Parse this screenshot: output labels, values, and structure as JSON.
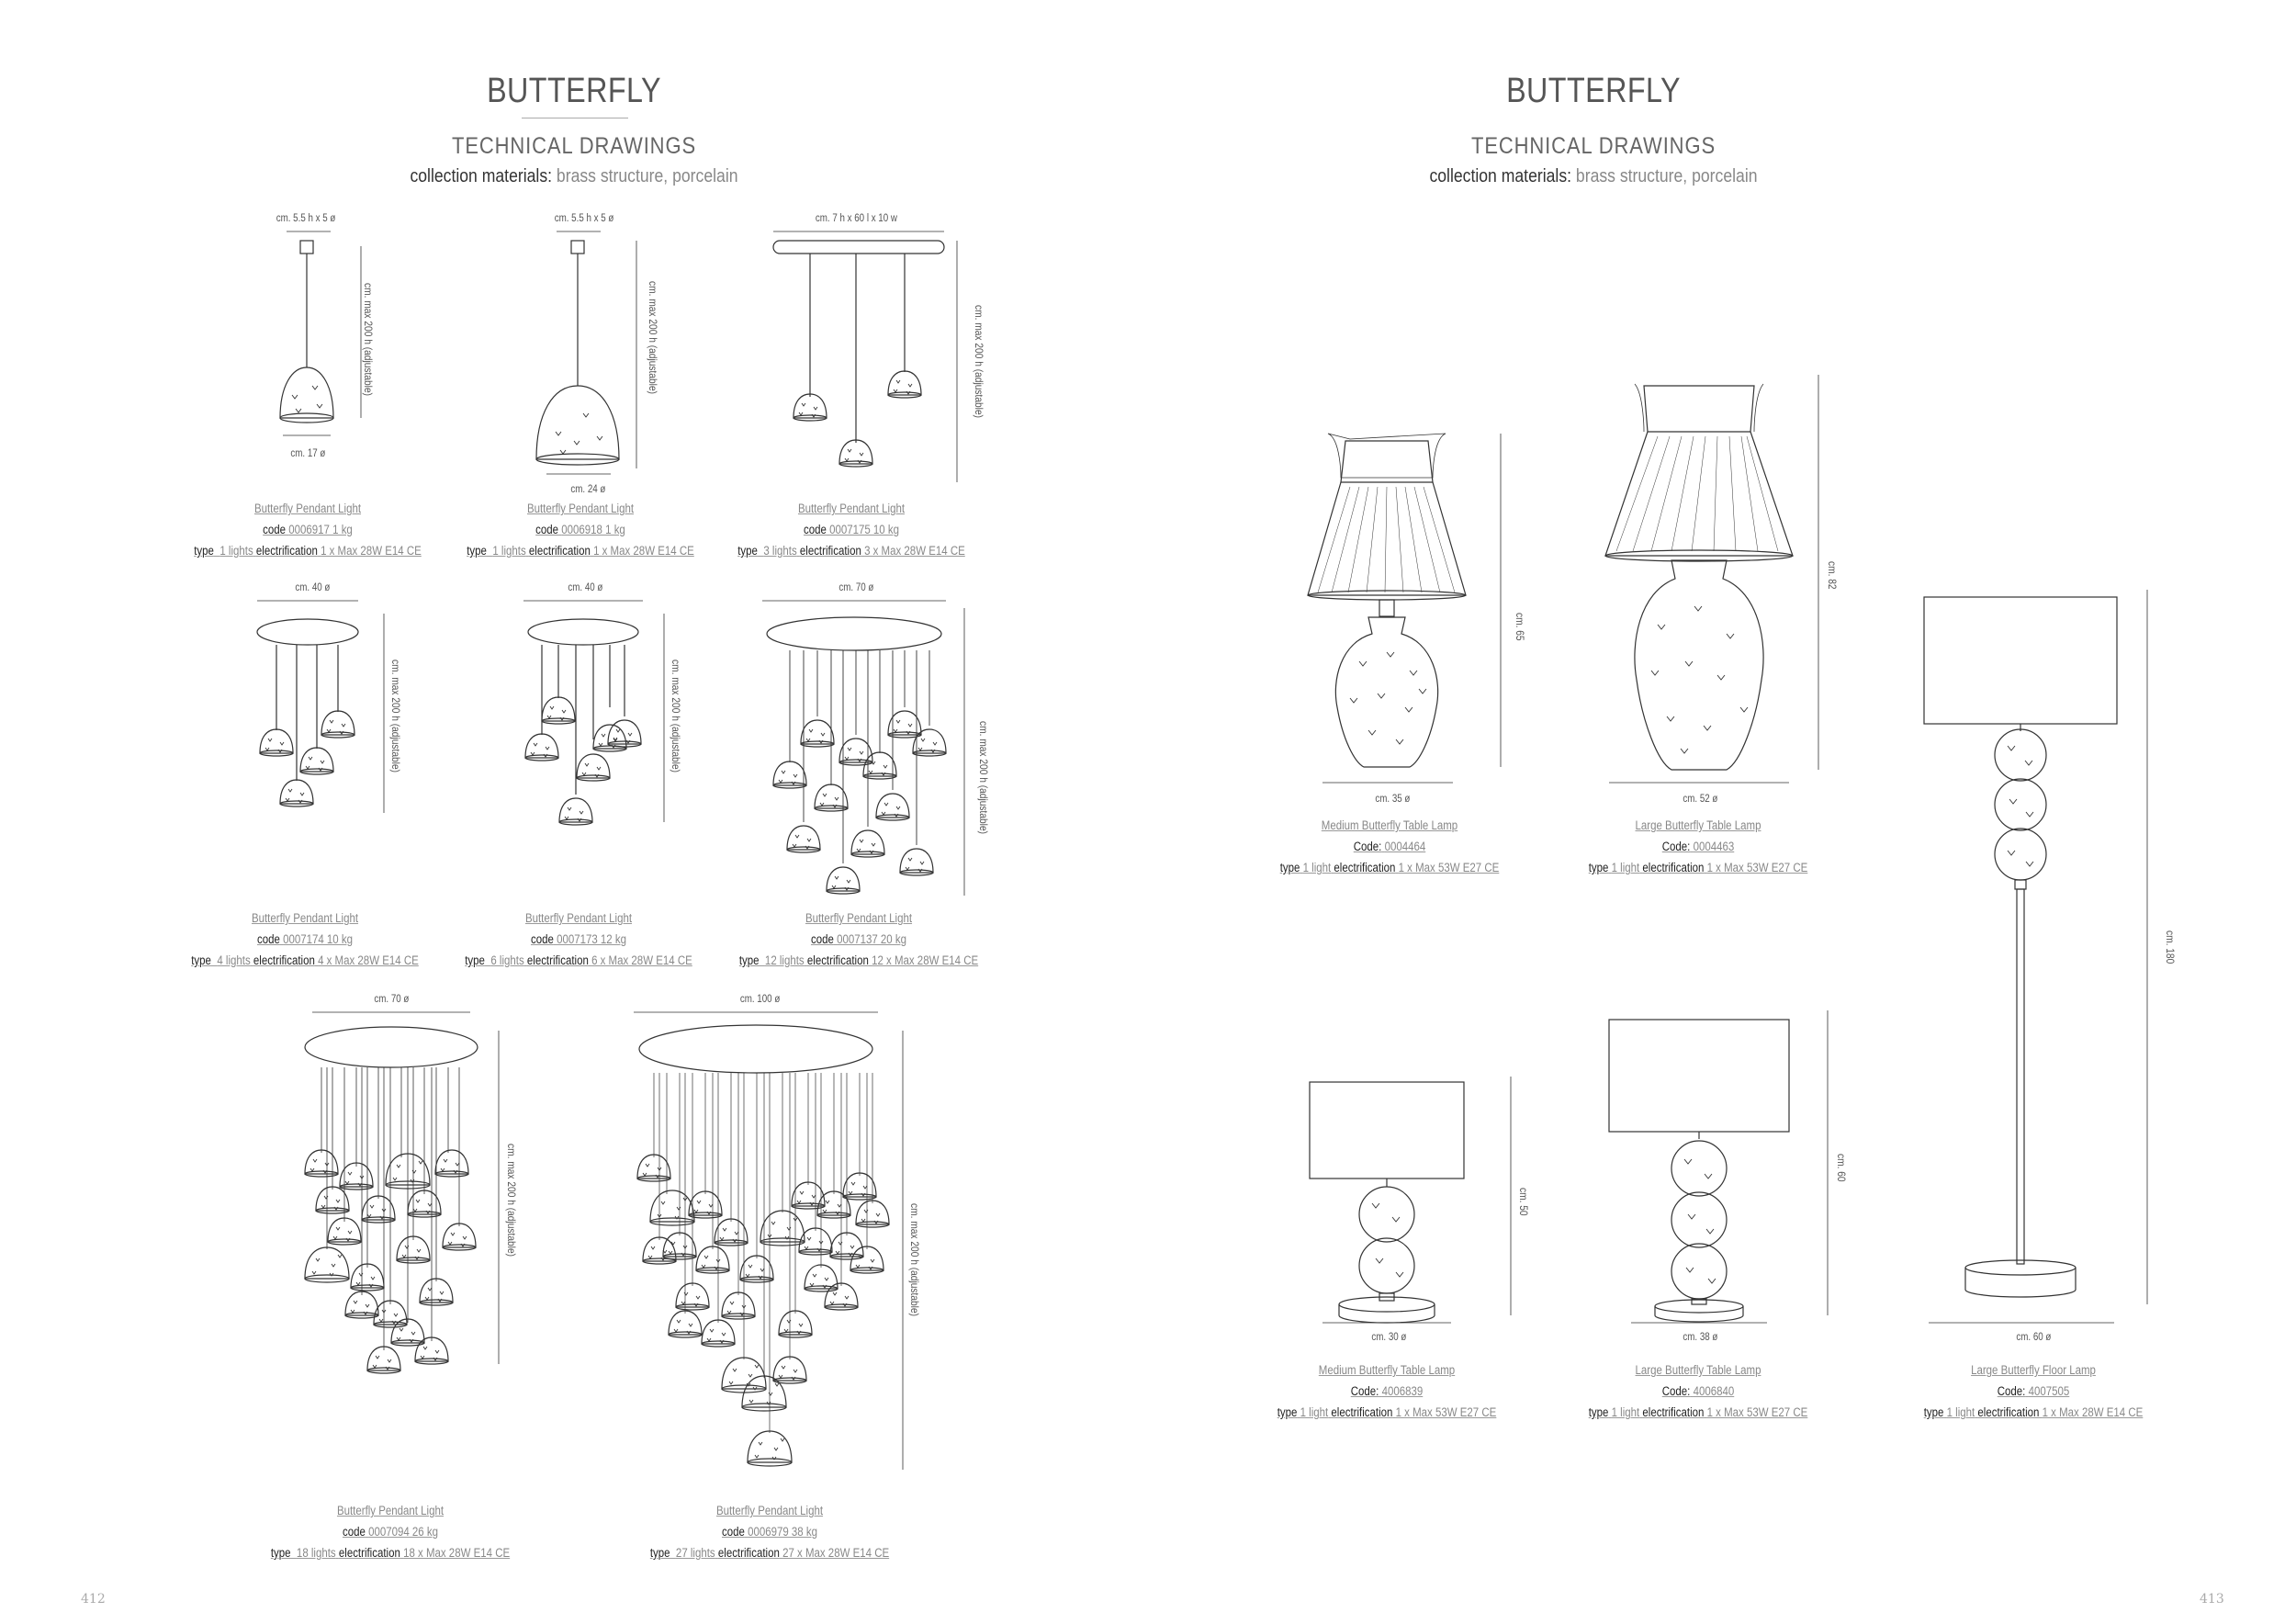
{
  "left_page": {
    "title": "BUTTERFLY",
    "subtitle": "TECHNICAL DRAWINGS",
    "materials_label": "collection materials:",
    "materials_value": "brass structure, porcelain",
    "page_number": "412",
    "products": [
      {
        "name": "Butterfly Pendant Light",
        "code_label": "code",
        "code": "0006917 1 kg",
        "type_label": "type",
        "type": "1 lights",
        "elec_label": "electrification",
        "elec": "1 x Max 28W E14 CE",
        "dims": {
          "top": "cm. 5.5 h x 5 ø",
          "bottom": "cm. 17 ø",
          "side": "cm. max 200 h (adjustable)"
        }
      },
      {
        "name": "Butterfly Pendant Light",
        "code_label": "code",
        "code": "0006918 1 kg",
        "type_label": "type",
        "type": "1 lights",
        "elec_label": "electrification",
        "elec": "1 x Max 28W E14 CE",
        "dims": {
          "top": "cm. 5.5 h x 5 ø",
          "bottom": "cm. 24 ø",
          "side": "cm. max 200 h (adjustable)"
        }
      },
      {
        "name": "Butterfly Pendant Light",
        "code_label": "code",
        "code": "0007175 10 kg",
        "type_label": "type",
        "type": "3 lights",
        "elec_label": "electrification",
        "elec": "3 x Max 28W E14 CE",
        "dims": {
          "top": "cm. 7 h x 60 l x 10 w",
          "side": "cm. max 200 h (adjustable)"
        }
      },
      {
        "name": "Butterfly Pendant Light",
        "code_label": "code",
        "code": "0007174 10 kg",
        "type_label": "type",
        "type": "4 lights",
        "elec_label": "electrification",
        "elec": "4 x Max 28W E14 CE",
        "dims": {
          "top": "cm. 40 ø",
          "side": "cm. max 200 h (adjustable)"
        }
      },
      {
        "name": "Butterfly Pendant Light",
        "code_label": "code",
        "code": "0007173 12 kg",
        "type_label": "type",
        "type": "6 lights",
        "elec_label": "electrification",
        "elec": "6 x Max 28W E14 CE",
        "dims": {
          "top": "cm. 40 ø",
          "side": "cm. max 200 h (adjustable)"
        }
      },
      {
        "name": "Butterfly Pendant Light",
        "code_label": "code",
        "code": "0007137 20 kg",
        "type_label": "type",
        "type": "12 lights",
        "elec_label": "electrification",
        "elec": "12 x Max 28W E14 CE",
        "dims": {
          "top": "cm. 70 ø",
          "side": "cm. max 200 h (adjustable)"
        }
      },
      {
        "name": "Butterfly Pendant Light",
        "code_label": "code",
        "code": "0007094 26 kg",
        "type_label": "type",
        "type": "18 lights",
        "elec_label": "electrification",
        "elec": "18 x Max 28W E14 CE",
        "dims": {
          "top": "cm. 70 ø",
          "side": "cm. max 200 h (adjustable)"
        }
      },
      {
        "name": "Butterfly Pendant Light",
        "code_label": "code",
        "code": "0006979 38 kg",
        "type_label": "type",
        "type": "27 lights",
        "elec_label": "electrification",
        "elec": "27 x Max 28W E14 CE",
        "dims": {
          "top": "cm. 100 ø",
          "side": "cm. max 200 h (adjustable)"
        }
      }
    ]
  },
  "right_page": {
    "title": "BUTTERFLY",
    "subtitle": "TECHNICAL DRAWINGS",
    "materials_label": "collection materials:",
    "materials_value": "brass structure, porcelain",
    "page_number": "413",
    "products": [
      {
        "name": "Medium Butterfly Table Lamp",
        "code_label": "Code:",
        "code": "0004464",
        "type_label": "type",
        "type": "1 light",
        "elec_label": "electrification",
        "elec": "1 x Max 53W E27 CE",
        "dims": {
          "bottom": "cm. 35 ø",
          "side": "cm. 65"
        }
      },
      {
        "name": "Large Butterfly Table Lamp",
        "code_label": "Code:",
        "code": "0004463",
        "type_label": "type",
        "type": "1 light",
        "elec_label": "electrification",
        "elec": "1 x Max 53W E27 CE",
        "dims": {
          "bottom": "cm. 52 ø",
          "side": "cm. 82"
        }
      },
      {
        "name": "Medium Butterfly Table Lamp",
        "code_label": "Code:",
        "code": "4006839",
        "type_label": "type",
        "type": "1 light",
        "elec_label": "electrification",
        "elec": "1 x Max 53W E27 CE",
        "dims": {
          "bottom": "cm. 30 ø",
          "side": "cm. 50"
        }
      },
      {
        "name": "Large Butterfly Table Lamp",
        "code_label": "Code:",
        "code": "4006840",
        "type_label": "type",
        "type": "1 light",
        "elec_label": "electrification",
        "elec": "1 x Max 53W E27 CE",
        "dims": {
          "bottom": "cm. 38 ø",
          "side": "cm. 60"
        }
      },
      {
        "name": "Large Butterfly Floor Lamp",
        "code_label": "Code:",
        "code": "4007505",
        "type_label": "type",
        "type": "1 light",
        "elec_label": "electrification",
        "elec": "1 x Max 28W E14 CE",
        "dims": {
          "bottom": "cm. 60 ø",
          "side": "cm. 180"
        }
      }
    ]
  }
}
